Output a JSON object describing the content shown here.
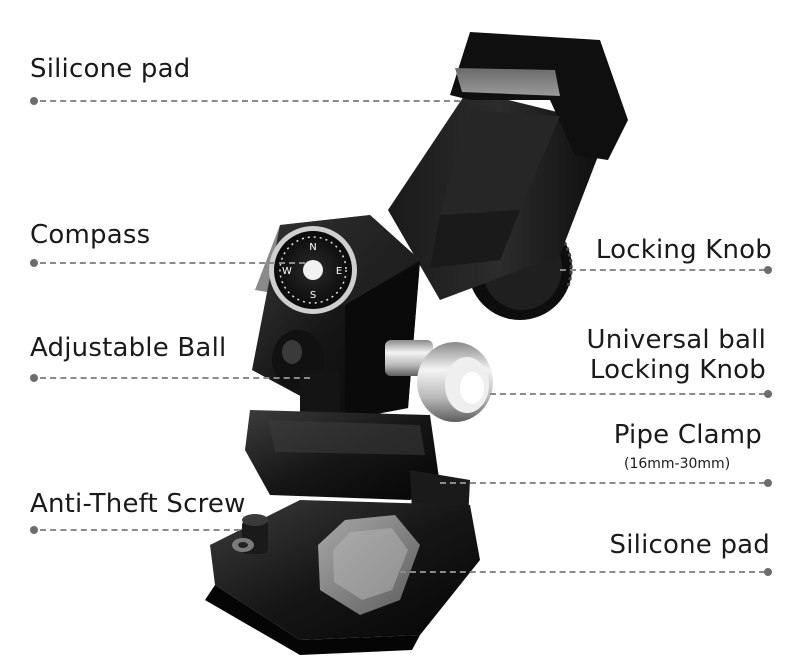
{
  "diagram": {
    "labels": {
      "silicone_pad_top": "Silicone pad",
      "compass": "Compass",
      "adjustable_ball": "Adjustable Ball",
      "anti_theft_screw": "Anti-Theft Screw",
      "locking_knob": "Locking Knob",
      "universal_ball_line1": "Universal ball",
      "universal_ball_line2": "Locking Knob",
      "pipe_clamp": "Pipe Clamp",
      "pipe_clamp_range": "(16mm-30mm)",
      "silicone_pad_bottom": "Silicone pad"
    },
    "compass_letters": {
      "n": "N",
      "s": "S",
      "e": "E",
      "w": "W"
    },
    "colors": {
      "background": "#ffffff",
      "product_black": "#121212",
      "product_gray": "#3a3a3a",
      "silicone_gray": "#8c8c8c",
      "chrome": "#d9d9d9",
      "leader_line": "#8a8a8a",
      "text": "#1a1a1a"
    }
  }
}
